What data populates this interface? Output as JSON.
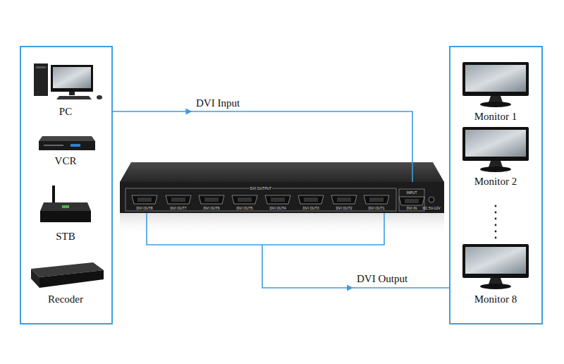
{
  "diagram": {
    "nodes": [
      {
        "text": []
      },
      {
        "text": [
          "PC"
        ],
        "in": 0
      },
      {
        "text": [
          "VCR"
        ],
        "in": 0
      },
      {
        "text": [
          "STB"
        ],
        "in": 0
      },
      {
        "text": [
          "Recoder"
        ],
        "in": 0
      },
      {
        "text": [
          "DVI OUTPUT",
          "DVI OUT8",
          "DVI OUT7",
          "DVI OUT6",
          "DVI OUT5",
          "DVI OUT4",
          "DVI OUT3",
          "DVI OUT2",
          "DVI OUT1",
          "INPUT",
          "DVI IN",
          "DC 5V-12V"
        ]
      },
      {
        "text": []
      },
      {
        "text": [
          "Monitor 1"
        ],
        "in": 6
      },
      {
        "text": [
          "Monitor 2"
        ],
        "in": 6
      },
      {
        "text": [
          "Monitor 8"
        ],
        "in": 6
      }
    ],
    "edges": [
      {
        "from": 0,
        "to": 5,
        "arrow": "to",
        "label": "DVI Input"
      },
      {
        "from": 5,
        "to": 6,
        "arrow": "to",
        "label": "DVI Output"
      }
    ]
  }
}
